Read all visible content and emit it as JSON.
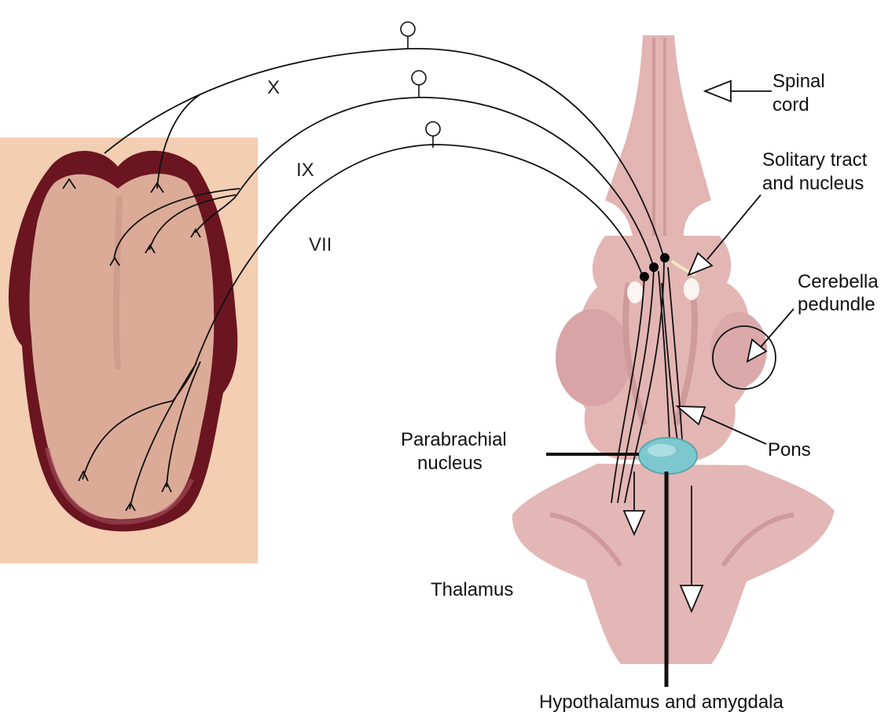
{
  "nerves": {
    "x": "X",
    "ix": "IX",
    "vii": "VII"
  },
  "labels": {
    "spinal_cord": [
      "Spinal",
      "cord"
    ],
    "solitary": [
      "Solitary tract",
      "and nucleus"
    ],
    "cerebellar": [
      "Cerebella",
      "pedundle"
    ],
    "pons": "Pons",
    "parabrachial": [
      "Parabrachial",
      "nucleus"
    ],
    "thalamus": "Thalamus",
    "hypothalamus": "Hypothalamus and amygdala"
  },
  "colors": {
    "tongue_bg": "#f2cdb0",
    "tongue_dark": "#5e0f17",
    "tongue_body": "#dcaa99",
    "brainstem": "#e2b5b3",
    "brainstem_shade": "#cf9a9a",
    "parabrachial": "#7ec9cf",
    "nerve_line": "#111111"
  }
}
